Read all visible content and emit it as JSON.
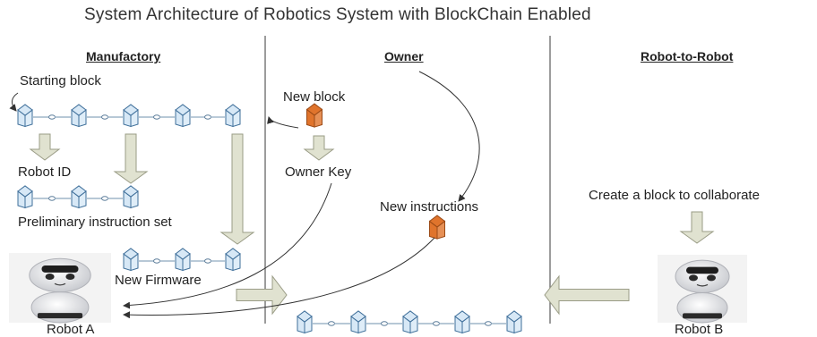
{
  "title": "System Architecture of Robotics System with BlockChain Enabled",
  "sections": {
    "manufactory": "Manufactory",
    "owner": "Owner",
    "robot_to_robot": "Robot-to-Robot"
  },
  "labels": {
    "starting_block": "Starting block",
    "robot_id": "Robot ID",
    "preliminary_instruction_set": "Preliminary instruction set",
    "new_firmware": "New Firmware",
    "robot_a": "Robot A",
    "new_block": "New block",
    "owner_key": "Owner Key",
    "new_instructions": "New instructions",
    "create_block_collaborate": "Create a block to collaborate",
    "robot_b": "Robot B"
  },
  "colors": {
    "block_fill": "#d7e8f6",
    "block_stroke": "#3f6f9a",
    "new_block_fill": "#e0742c",
    "arrow_fill": "#e0e2d0",
    "arrow_stroke": "#9a9c86",
    "divider": "#666666"
  }
}
